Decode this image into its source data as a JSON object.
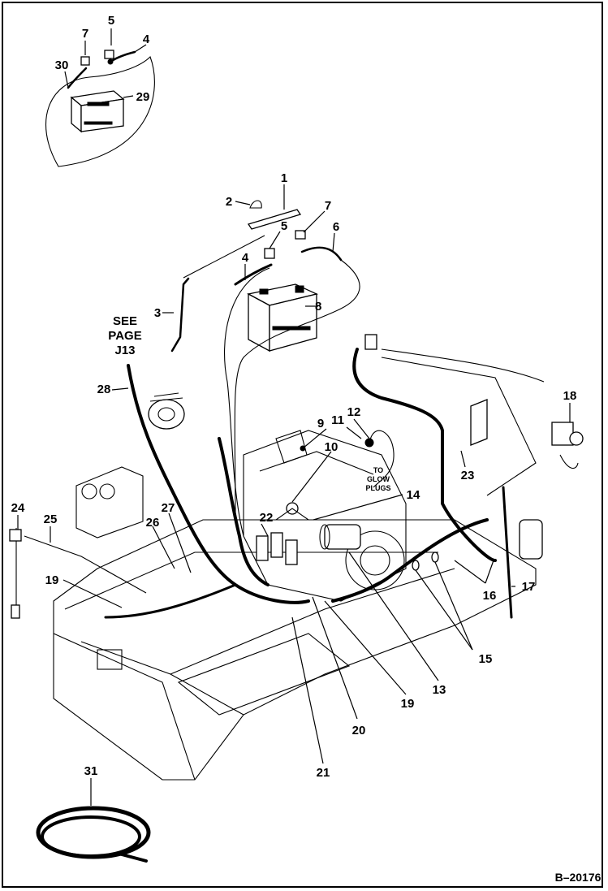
{
  "figure_id": "B–20176",
  "see_page_note": [
    "SEE",
    "PAGE",
    "J13"
  ],
  "glow_plugs_note": [
    "TO",
    "GLOW",
    "PLUGS"
  ],
  "callouts": {
    "c1": "1",
    "c2": "2",
    "c3": "3",
    "c4a": "4",
    "c4b": "4",
    "c5a": "5",
    "c5b": "5",
    "c6": "6",
    "c7a": "7",
    "c7b": "7",
    "c8": "8",
    "c9": "9",
    "c10": "10",
    "c11": "11",
    "c12": "12",
    "c13": "13",
    "c14": "14",
    "c15": "15",
    "c16": "16",
    "c17": "17",
    "c18": "18",
    "c19a": "19",
    "c19b": "19",
    "c20": "20",
    "c21": "21",
    "c22": "22",
    "c23": "23",
    "c24": "24",
    "c25": "25",
    "c26": "26",
    "c27": "27",
    "c28": "28",
    "c29": "29",
    "c30": "30",
    "c31": "31"
  }
}
